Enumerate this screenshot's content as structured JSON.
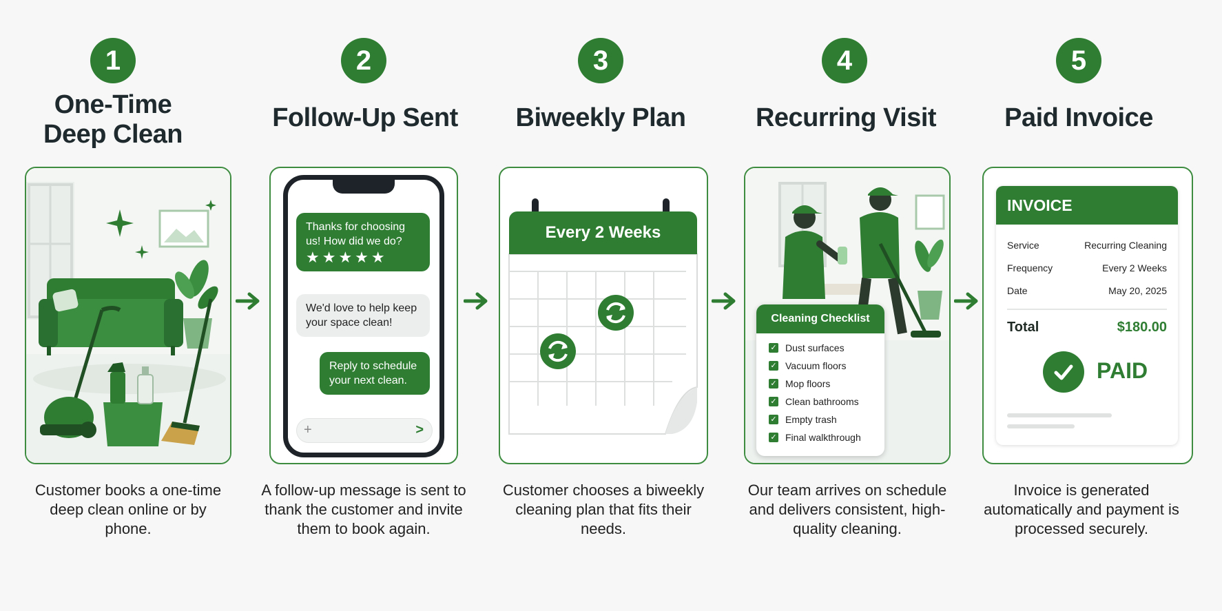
{
  "steps": [
    {
      "number": "1",
      "title_line1": "One-Time",
      "title_line2": "Deep Clean",
      "description": "Customer books a one-time deep clean online or by phone."
    },
    {
      "number": "2",
      "title": "Follow-Up Sent",
      "description": "A follow-up message is sent to thank the customer and invite them to book again."
    },
    {
      "number": "3",
      "title": "Biweekly Plan",
      "description": "Customer chooses a biweekly cleaning plan that fits their needs."
    },
    {
      "number": "4",
      "title": "Recurring Visit",
      "description": "Our team arrives on schedule and delivers consistent, high-quality cleaning."
    },
    {
      "number": "5",
      "title": "Paid Invoice",
      "description": "Invoice is generated automatically and payment is processed securely."
    }
  ],
  "phone": {
    "bubble1": "Thanks for choosing us! How did we do?",
    "stars": "★★★★★",
    "bubble2": "We'd love to help keep your space clean!",
    "bubble3": "Reply to schedule your next clean.",
    "plus": "+",
    "send": ">"
  },
  "calendar": {
    "header": "Every 2 Weeks"
  },
  "checklist": {
    "title": "Cleaning Checklist",
    "items": [
      "Dust surfaces",
      "Vacuum floors",
      "Mop floors",
      "Clean bathrooms",
      "Empty trash",
      "Final walkthrough"
    ]
  },
  "invoice": {
    "title": "INVOICE",
    "rows": [
      {
        "label": "Service",
        "value": "Recurring Cleaning"
      },
      {
        "label": "Frequency",
        "value": "Every 2 Weeks"
      },
      {
        "label": "Date",
        "value": "May 20, 2025"
      }
    ],
    "total_label": "Total",
    "total_value": "$180.00",
    "status": "PAID"
  },
  "colors": {
    "primary": "#2e7d32",
    "light": "#e8f3e9",
    "border": "#3d8c40"
  }
}
